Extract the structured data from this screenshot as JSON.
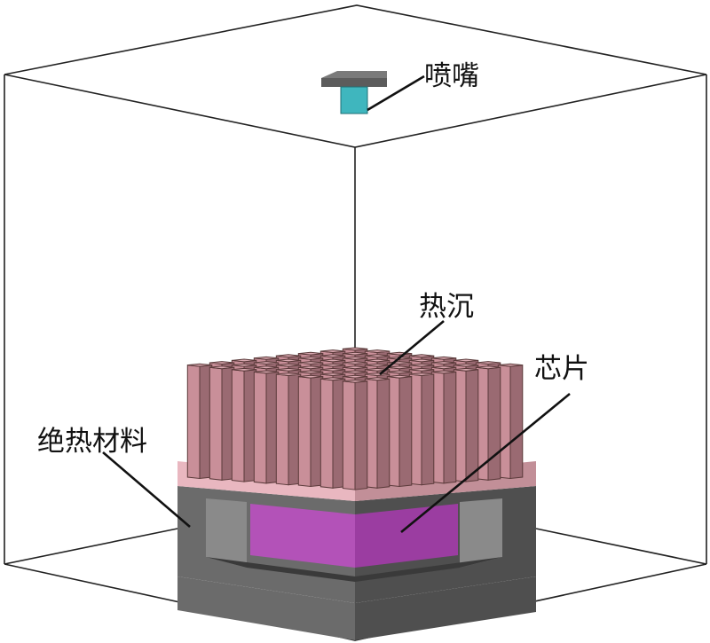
{
  "labels": {
    "nozzle": "喷嘴",
    "heat_sink": "热沉",
    "chip": "芯片",
    "insulation": "绝热材料"
  },
  "colors": {
    "fin_front": "#c98f99",
    "fin_side": "#9a6a72",
    "fin_top": "#d9a8b0",
    "base_plate": "#e9b7c0",
    "base_plate_side": "#c28f98",
    "chip": "#9b3da1",
    "chip_light": "#b352b8",
    "insulation_dark": "#4f4f4f",
    "insulation_mid": "#6b6b6b",
    "insulation_light": "#8a8a8a",
    "nozzle_top": "#5c5c5c",
    "nozzle_body": "#3fb6be",
    "box_edge": "#222222"
  }
}
